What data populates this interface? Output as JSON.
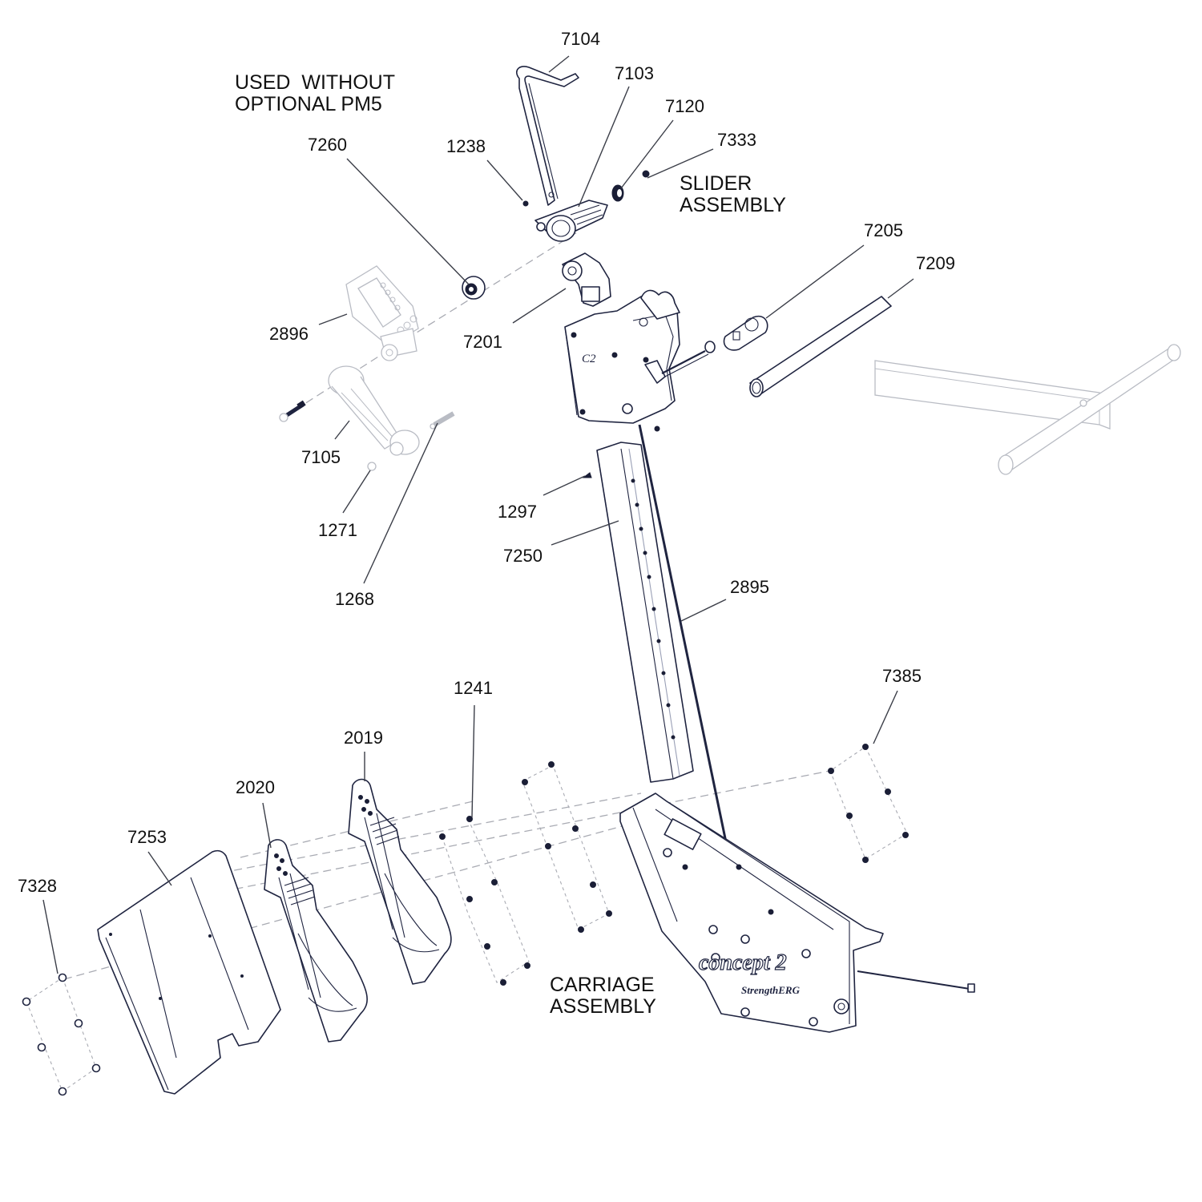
{
  "notes": {
    "without_pm5": "USED  WITHOUT\nOPTIONAL PM5",
    "slider_assembly": "SLIDER\nASSEMBLY",
    "carriage_assembly": "CARRIAGE\nASSEMBLY"
  },
  "brand": {
    "logo_text": "concept 2",
    "sub_text": "StrengthERG",
    "monitor_logo": "C2"
  },
  "callouts": {
    "p7104": "7104",
    "p7103": "7103",
    "p7120": "7120",
    "p7333": "7333",
    "p1238": "1238",
    "p7260": "7260",
    "p7205": "7205",
    "p7209": "7209",
    "p2896": "2896",
    "p7201": "7201",
    "p7105": "7105",
    "p1271": "1271",
    "p1268": "1268",
    "p1297": "1297",
    "p7250": "7250",
    "p2895": "2895",
    "p1241": "1241",
    "p2019": "2019",
    "p7385": "7385",
    "p2020": "2020",
    "p7253": "7253",
    "p7328": "7328"
  },
  "colors": {
    "line": "#1f2440",
    "faded": "#b9bcc4",
    "text": "#111111"
  }
}
